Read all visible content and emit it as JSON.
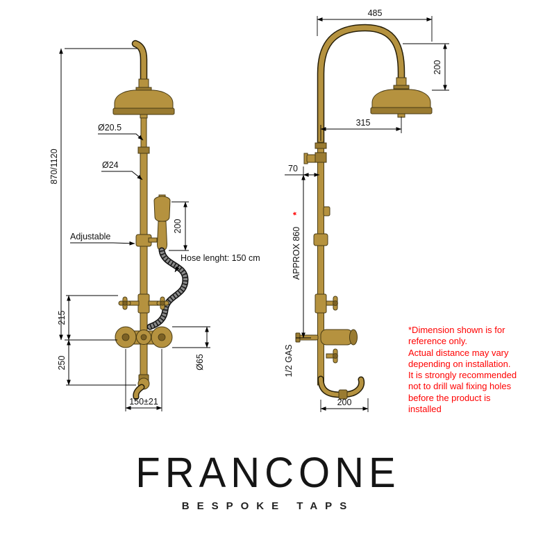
{
  "front_view": {
    "dim_height": "870/1120",
    "dim_215": "215",
    "dim_250": "250",
    "dim_head_diameter": "Ø20.5",
    "dim_pipe_diameter": "Ø24",
    "label_adjustable": "Adjustable",
    "dim_handshower_length": "200",
    "label_hose": "Hose lenght: 150 cm",
    "dim_valve_diameter": "Ø65",
    "dim_inlet_spacing": "150±21"
  },
  "side_view": {
    "dim_width_total": "485",
    "dim_head_drop": "200",
    "dim_head_reach": "315",
    "dim_wall_offset": "70",
    "dim_height_approx": "APPROX 860",
    "dim_height_asterisk": "*",
    "label_connection": "1/2 GAS",
    "dim_outlet_depth": "200"
  },
  "note": {
    "text": "*Dimension shown is for\nreference only.\nActual distance may vary\ndepending on installation.\nIt is strongly recommended\nnot to drill wal fixing holes\nbefore the product is\ninstalled"
  },
  "brand": {
    "name": "FRANCONE",
    "tagline": "BESPOKE TAPS"
  },
  "colors": {
    "brass": "#b5923f",
    "dimension_line": "#000000",
    "note_text": "#ff0000"
  }
}
